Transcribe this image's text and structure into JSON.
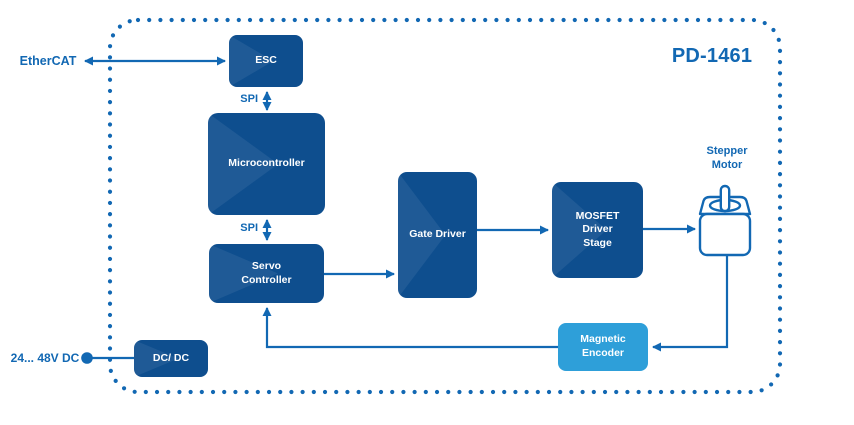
{
  "title": "PD-1461",
  "labels": {
    "ethercat": "EtherCAT",
    "spi_top": "SPI",
    "spi_bottom": "SPI",
    "power_input": "24... 48V DC",
    "stepper_motor": "Stepper\nMotor"
  },
  "blocks": {
    "esc": "ESC",
    "microcontroller": "Microcontroller",
    "servo_controller": "Servo\nController",
    "gate_driver": "Gate Driver",
    "mosfet_driver_stage": "MOSFET\nDriver\nStage",
    "dc_dc": "DC/ DC",
    "magnetic_encoder": "Magnetic\nEncoder"
  },
  "colors": {
    "block_dark": "#0e4e8e",
    "block_light": "#2e9fd9",
    "line": "#1268b3",
    "text_on_block": "#ffffff",
    "background": "#ffffff"
  }
}
